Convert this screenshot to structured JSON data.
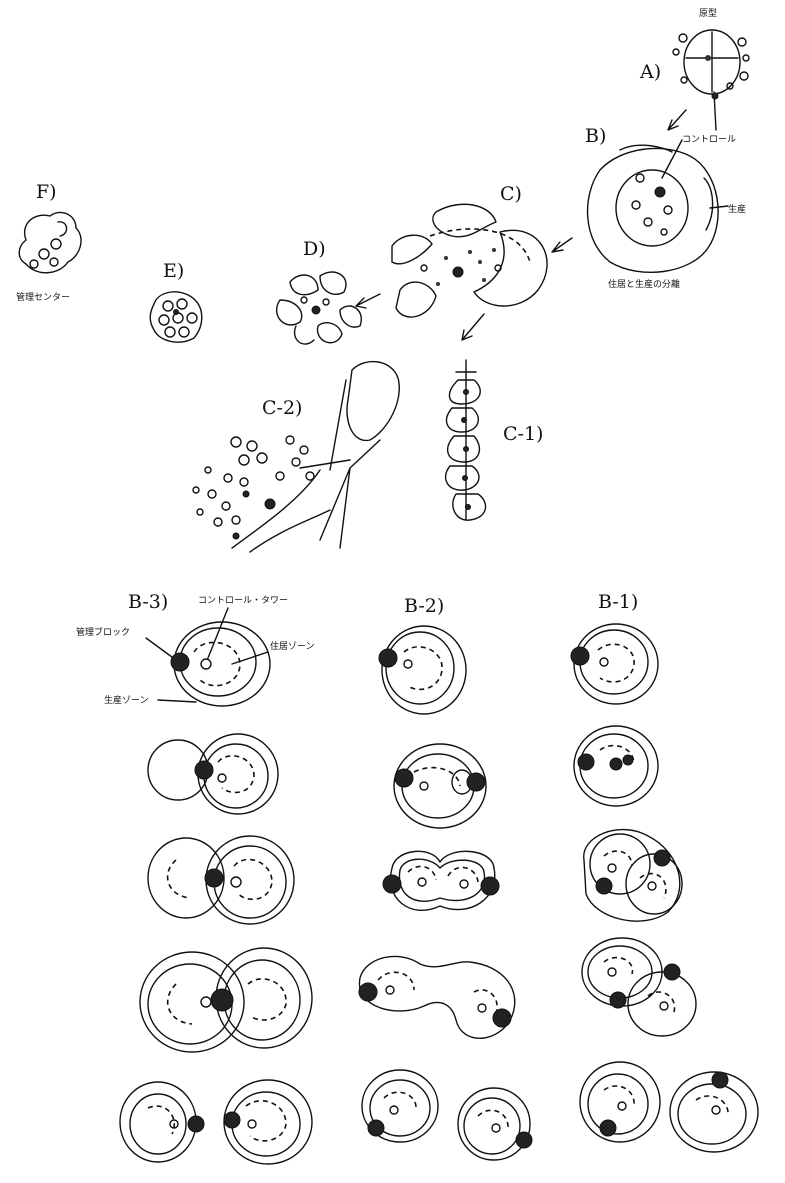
{
  "labels": {
    "A": "A)",
    "B": "B)",
    "C": "C)",
    "C1": "C-1)",
    "C2": "C-2)",
    "D": "D)",
    "E": "E)",
    "F": "F)",
    "B1": "B-1)",
    "B2": "B-2)",
    "B3": "B-3)"
  },
  "notes": {
    "prototype": "原型",
    "control": "コントロール",
    "production": "生産",
    "separation": "住居と生産の分離",
    "management_center": "管理センター",
    "control_tower": "コントロール・タワー",
    "management_block": "管理ブロック",
    "residential_zone": "住居ゾーン",
    "production_zone": "生産ゾーン"
  }
}
